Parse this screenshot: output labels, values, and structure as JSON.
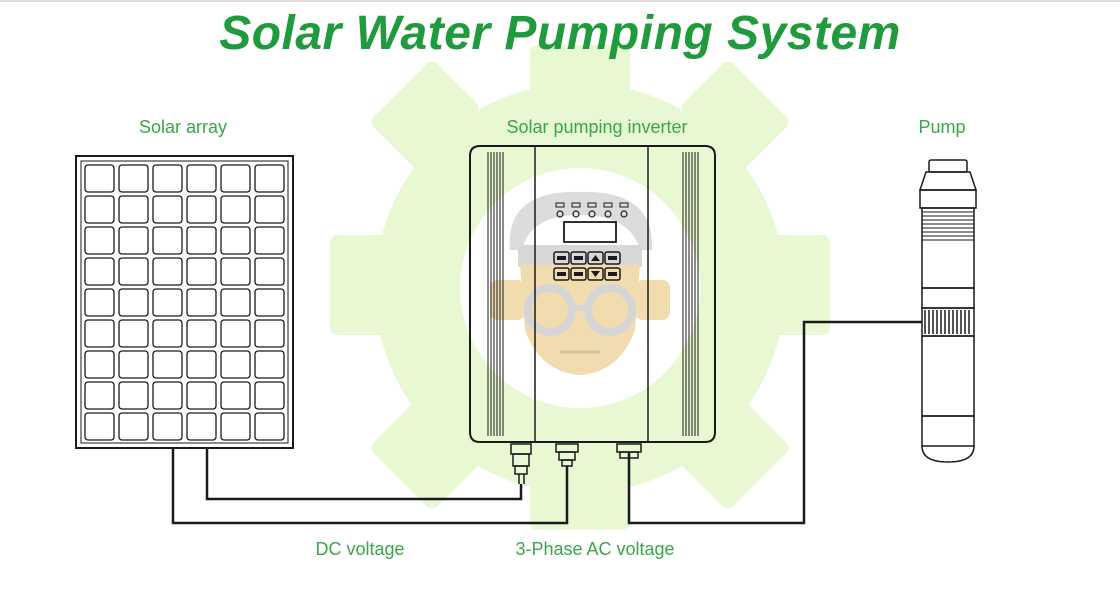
{
  "title": "Solar Water Pumping System",
  "labels": {
    "solar_array": "Solar array",
    "inverter": "Solar pumping inverter",
    "pump": "Pump",
    "dc_voltage": "DC voltage",
    "ac_voltage": "3-Phase AC voltage"
  },
  "colors": {
    "title": "#1f9a3c",
    "label": "#3aa64a",
    "line": "#1a1a1a",
    "watermark_green": "#e8f8d2",
    "watermark_gray": "#dcdcdc",
    "watermark_face": "#f0dcae"
  },
  "icons": {
    "watermark": "gear-engineer-mascot-watermark",
    "arrow_up": "arrow-up-icon",
    "arrow_down": "arrow-down-icon"
  }
}
